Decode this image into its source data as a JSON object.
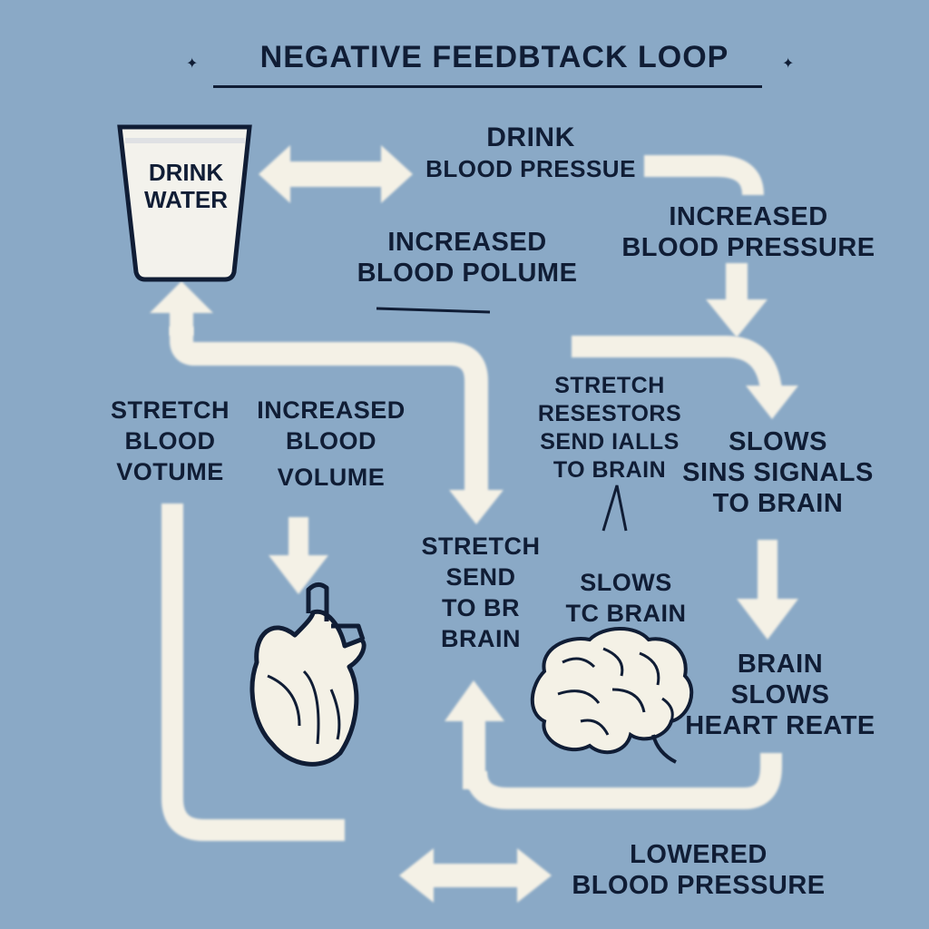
{
  "title": "NEGATIVE FEEDBTACK LOOP",
  "glass": {
    "icon": "water-glass-icon",
    "line1": "DRINK",
    "line2": "WATER"
  },
  "labels": {
    "drink_bp": [
      "DRINK",
      "BLOOD PRESSUE"
    ],
    "increased_bp": [
      "INCREASED",
      "BLOOD PRESSURE"
    ],
    "increased_bpolume": [
      "INCREASED",
      "BLOOD POLUME"
    ],
    "stretch_blood_votume": [
      "STRETCH",
      "BLOOD",
      "VOTUME"
    ],
    "increased_blood_volume": [
      "INCREASED",
      "BLOOD",
      "VOLUME"
    ],
    "stretch_resestors": [
      "STRETCH",
      "RESESTORS",
      "SEND IALLS",
      "TO BRAIN"
    ],
    "slows_sins_signals": [
      "SLOWS",
      "SINS SIGNALS",
      "TO BRAIN"
    ],
    "stretch_send": [
      "STRETCH",
      "SEND",
      "TO BR",
      "BRAIN"
    ],
    "slows_to_brain": [
      "SLOWS",
      "TC BRAIN"
    ],
    "brain_slows_heart": [
      "BRAIN",
      "SLOWS",
      "HEART REATE"
    ],
    "lowered_bp": [
      "LOWERED",
      "BLOOD PRESSURE"
    ]
  },
  "icons": {
    "heart": "heart-icon",
    "brain": "brain-icon",
    "glass": "water-glass-icon"
  },
  "colors": {
    "background": "#8aa9c6",
    "arrow": "#f4f1e6",
    "text": "#101d35"
  }
}
